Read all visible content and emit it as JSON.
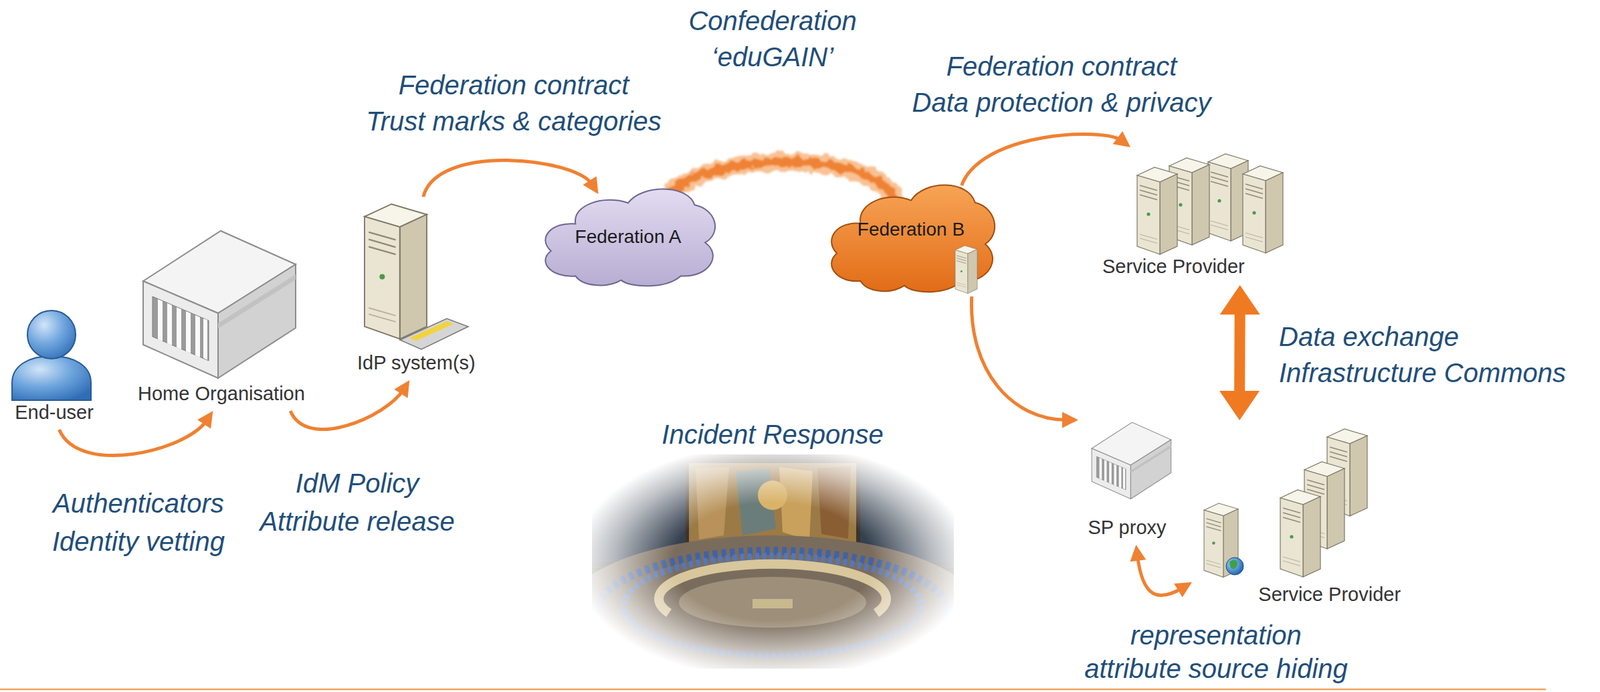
{
  "diagram": {
    "nodes": [
      {
        "text": [
          "End-user"
        ]
      },
      {
        "text": [
          "Home Organisation"
        ]
      },
      {
        "text": [
          "IdP system(s)"
        ]
      },
      {
        "text": [
          "Federation A"
        ]
      },
      {
        "text": [
          "Federation B"
        ]
      },
      {
        "text": [
          "Service Provider"
        ]
      },
      {
        "text": [
          "SP proxy"
        ]
      },
      {
        "text": [
          "Service Provider"
        ]
      }
    ],
    "edges": [
      {
        "from": 0,
        "to": 1,
        "arrow": "to"
      },
      {
        "from": 1,
        "to": 2,
        "arrow": "to"
      },
      {
        "from": 2,
        "to": 3,
        "arrow": "to"
      },
      {
        "from": 3,
        "to": 4,
        "arrow": "none"
      },
      {
        "from": 4,
        "to": 5,
        "arrow": "to"
      },
      {
        "from": 4,
        "to": 6,
        "arrow": "to"
      },
      {
        "from": 5,
        "to": 7,
        "arrow": "both"
      },
      {
        "from": 6,
        "to": 7,
        "arrow": "both"
      }
    ],
    "labels": [
      "Confederation",
      "‘eduGAIN’",
      "Federation contract",
      "Trust marks & categories",
      "Federation contract",
      "Data protection & privacy",
      "Authenticators",
      "Identity vetting",
      "IdM Policy",
      "Attribute release",
      "Data exchange",
      "Infrastructure Commons",
      "Incident Response",
      "representation",
      "attribute source hiding"
    ]
  }
}
